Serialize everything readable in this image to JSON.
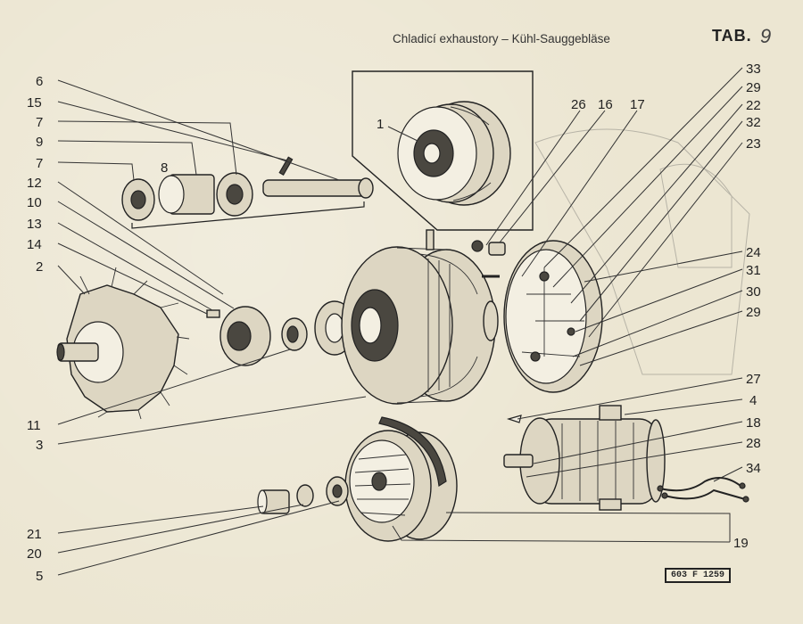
{
  "header": {
    "title": "Chladicí exhaustory – Kühl-Sauggebläse",
    "tab_label": "TAB.",
    "tab_number": "9"
  },
  "reference_code": "603 F 1259",
  "callouts": {
    "left": [
      "6",
      "15",
      "7",
      "9",
      "7",
      "8",
      "12",
      "10",
      "13",
      "14",
      "2",
      "11",
      "3",
      "21",
      "20",
      "5"
    ],
    "right": [
      "33",
      "29",
      "22",
      "32",
      "23",
      "24",
      "31",
      "30",
      "29",
      "27",
      "4",
      "18",
      "28",
      "34",
      "19"
    ],
    "top": [
      "26",
      "16",
      "17",
      "1"
    ]
  }
}
